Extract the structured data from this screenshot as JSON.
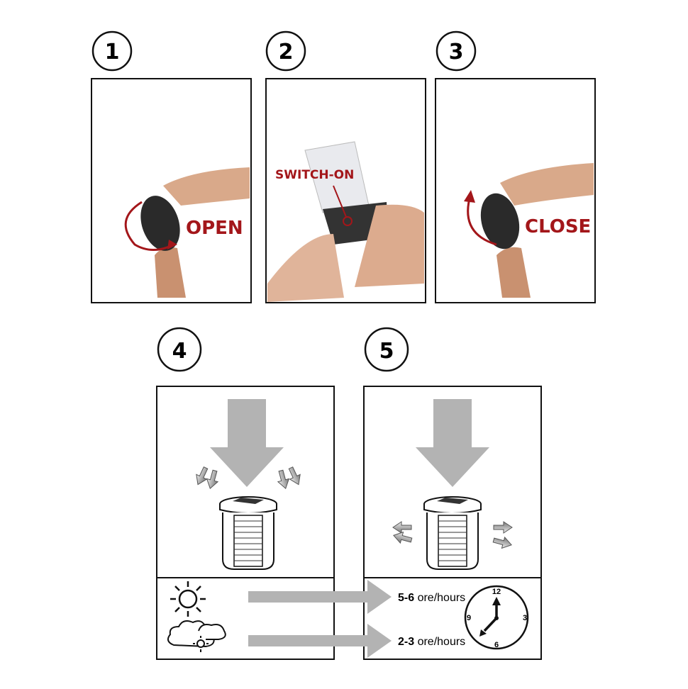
{
  "steps": [
    {
      "number": "1",
      "label": "OPEN"
    },
    {
      "number": "2",
      "label": "SWITCH-ON"
    },
    {
      "number": "3",
      "label": "CLOSE"
    },
    {
      "number": "4"
    },
    {
      "number": "5"
    }
  ],
  "charging": {
    "sunny": {
      "bold": "5-6",
      "text": " ore/hours"
    },
    "cloudy": {
      "bold": "2-3",
      "text": " ore/hours"
    }
  },
  "clock": {
    "n12": "12",
    "n3": "3",
    "n6": "6",
    "n9": "9"
  },
  "colors": {
    "label_red": "#a3161a",
    "arrow_gray": "#b3b3b3"
  }
}
